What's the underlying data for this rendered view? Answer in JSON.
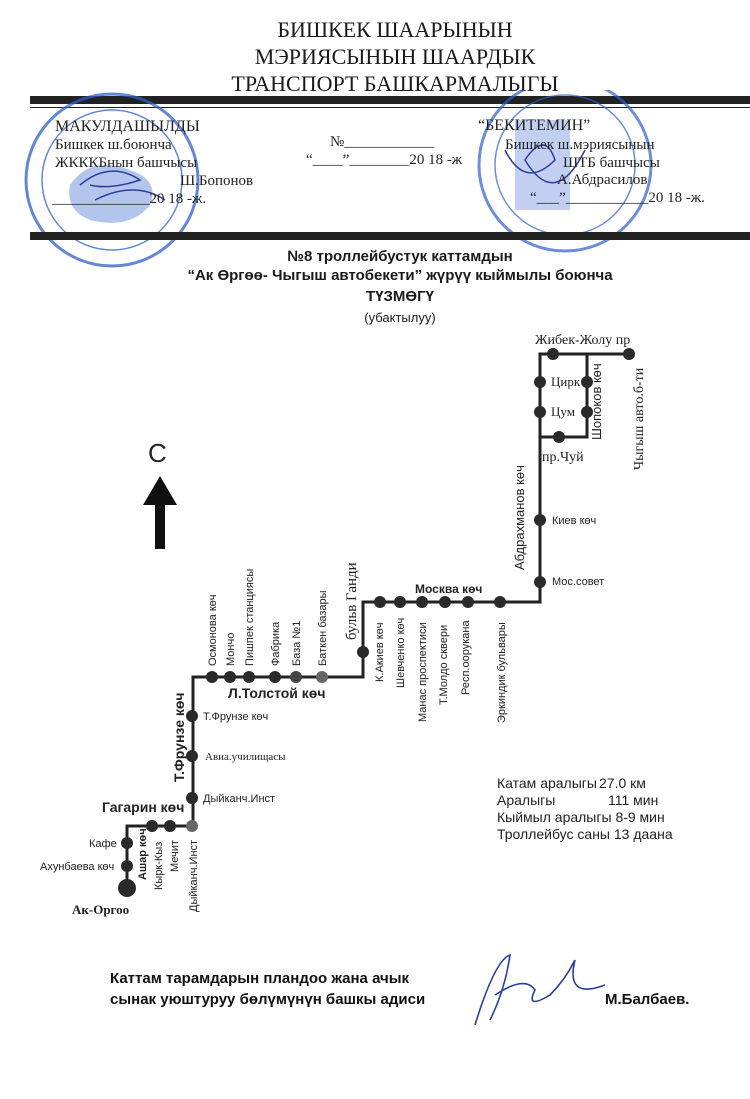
{
  "header": {
    "line1": "БИШКЕК ШААРЫНЫН",
    "line2": "МЭРИЯСЫНЫН ШААРДЫК",
    "line3": "ТРАНСПОРТ БАШКАРМАЛЫГЫ"
  },
  "left_block": {
    "heading": "МАКУЛДАШЫЛДЫ",
    "line1": "Бишкек ш.боюнча",
    "line2": "ЖКККБнын башчысы",
    "name": "Ш.Бопонов",
    "date": "_____________20 18 -ж."
  },
  "middle_block": {
    "number": "№____________",
    "date": "“____”________20 18 -ж"
  },
  "right_block": {
    "heading": "“БЕКИТЕМИН”",
    "line1": "Бишкек ш.мэриясынын",
    "line2": "ШТБ башчысы",
    "name": "А.Абдрасилов",
    "date": "“___”___________20 18 -ж."
  },
  "title": {
    "line1": "№8  троллейбустук каттамдын",
    "line2": "“Ак Өргөө- Чыгыш автобекети” жүрүү кыймылы боюнча",
    "line3": "ТҮЗМӨГҮ",
    "line4": "(убактылуу)"
  },
  "map": {
    "north": "С",
    "streets": {
      "tolstoy": "Л.Толстой көч",
      "frunze": "Т.Фрунзе көч",
      "gagarin": "Гагарин көч",
      "gandi": "бульв Ганди",
      "moskva": "Москва көч",
      "abdrakhmanov": "Абдрахманов көч",
      "shopokov": "Шопоков көч",
      "chui": "пр.Чуй",
      "zhibek": "Жибек-Жолу пр",
      "ashar": "Ашар көч"
    },
    "stops": {
      "ak_orgoo": "Ак-Оргоо",
      "akhunbaeva": "Ахунбаева көч",
      "kafe": "Кафе",
      "kyrk_kyz": "Кырк-Кыз",
      "mechit": "Мечит",
      "dyikanch1": "Дыйканч.Инст",
      "dyikanch2": "Дыйканч.Инст",
      "avia": "Авиа.училищасы",
      "frunze_stop": "Т.Фрунзе көч",
      "osmonova": "Осмонова көч",
      "mocho": "Мончо",
      "pishpek": "Пишпек станциясы",
      "fabrika": "Фабрика",
      "baza1": "База №1",
      "batken": "Баткен базары",
      "akiev": "К.Акиев көч",
      "shevchenko": "Шевченко көч",
      "manas": "Манас проспектиси",
      "moldo": "Т.Молдо сквери",
      "resp_oorukana": "Респ.оорукана",
      "erkindik": "Эркиндик бульвары",
      "mossovet": "Мос.совет",
      "kiev": "Киев көч",
      "tsum": "Цум",
      "tsirk": "Цирк",
      "chygysh": "Чыгыш авто.б-ти"
    }
  },
  "info": {
    "length_label": "Катам аралыгы",
    "length_value": "27.0 км",
    "duration_label": "Аралыгы",
    "duration_value": "111 мин",
    "interval_label": "Кыймыл аралыгы",
    "interval_value": "8-9 мин",
    "buses_label": "Троллейбус саны",
    "buses_value": "13 даана"
  },
  "footer": {
    "line1": "Каттам тарамдарын пландоо жана ачык",
    "line2": "сынак уюштуруу бөлүмүнүн башкы адиси",
    "name": "М.Балбаев."
  },
  "colors": {
    "stamp": "#2f5fc8",
    "ink": "#222222"
  }
}
